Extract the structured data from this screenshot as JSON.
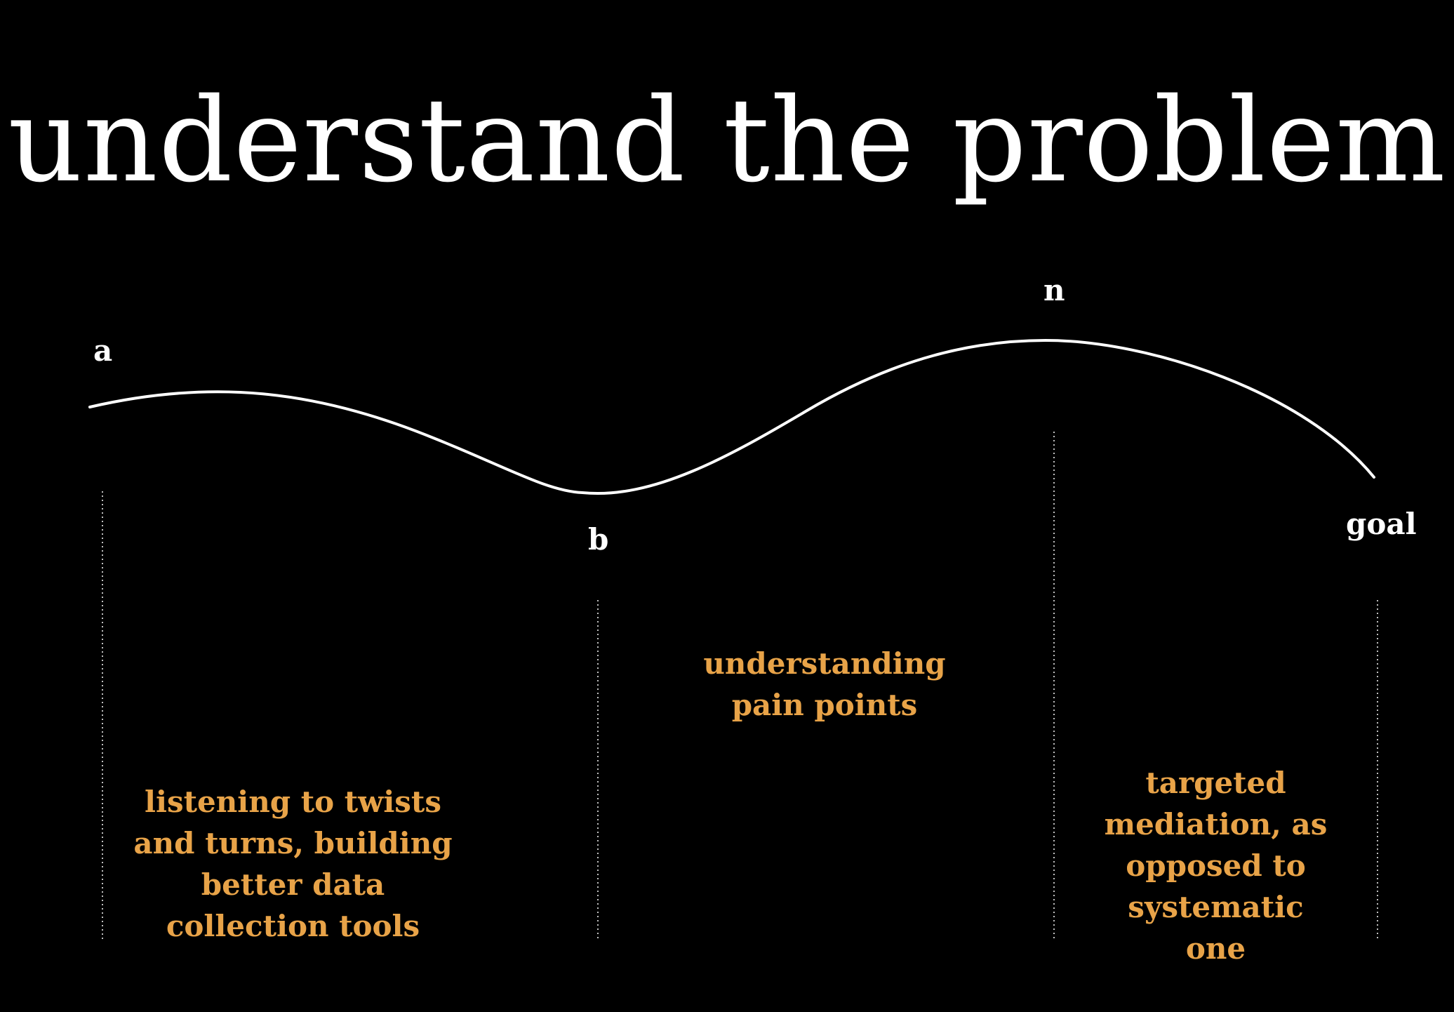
{
  "slide": {
    "title": "understand the problem"
  },
  "colors": {
    "background": "#000000",
    "title": "#ffffff",
    "curve": "#ffffff",
    "point_labels": "#ffffff",
    "captions": "#e8a348",
    "dividers": "#bfbfbf"
  },
  "curve": {
    "points": [
      {
        "id": "a",
        "label": "a"
      },
      {
        "id": "b",
        "label": "b"
      },
      {
        "id": "n",
        "label": "n"
      },
      {
        "id": "goal",
        "label": "goal"
      }
    ]
  },
  "captions": [
    {
      "id": "a-to-b",
      "text": "listening to twists and turns, building better data collection tools"
    },
    {
      "id": "b-to-n",
      "text": "understanding pain points"
    },
    {
      "id": "n-to-goal",
      "text": "targeted mediation, as opposed to systematic one"
    }
  ]
}
